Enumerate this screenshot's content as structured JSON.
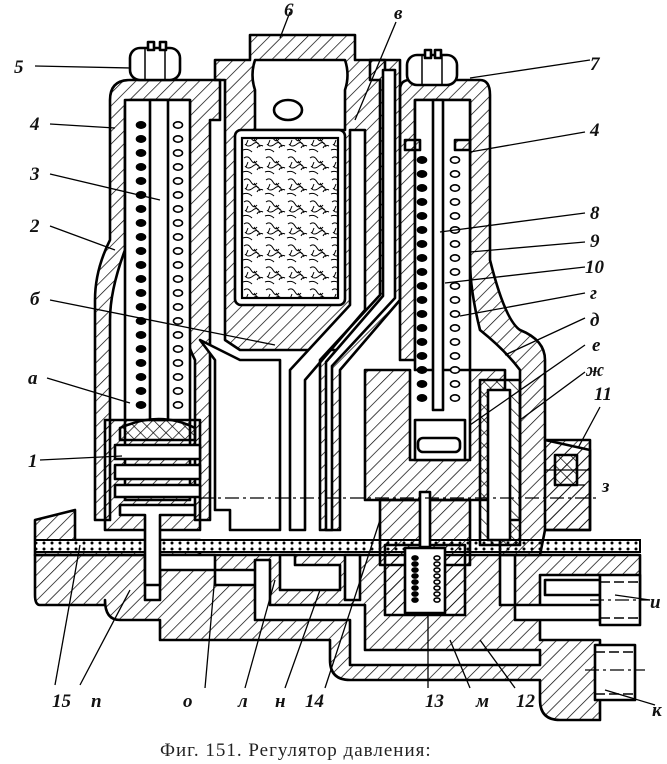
{
  "figure": {
    "caption": "Фиг. 151. Регулятор давления:",
    "callouts": {
      "top": [
        {
          "id": "c5",
          "text": "5"
        },
        {
          "id": "c4l",
          "text": "4"
        },
        {
          "id": "c3l",
          "text": "3"
        },
        {
          "id": "c2",
          "text": "2"
        },
        {
          "id": "c6a",
          "text": "б"
        },
        {
          "id": "ca",
          "text": "а"
        },
        {
          "id": "c1",
          "text": "1"
        },
        {
          "id": "c6top",
          "text": "6"
        },
        {
          "id": "cv",
          "text": "в"
        },
        {
          "id": "c7",
          "text": "7"
        },
        {
          "id": "c4r",
          "text": "4"
        },
        {
          "id": "c8",
          "text": "8"
        },
        {
          "id": "c9",
          "text": "9"
        },
        {
          "id": "c10",
          "text": "10"
        },
        {
          "id": "cg",
          "text": "г"
        },
        {
          "id": "cd",
          "text": "д"
        },
        {
          "id": "ce",
          "text": "е"
        },
        {
          "id": "czh",
          "text": "ж"
        },
        {
          "id": "c11",
          "text": "11"
        },
        {
          "id": "cz",
          "text": "з"
        },
        {
          "id": "ci",
          "text": "и"
        },
        {
          "id": "ck",
          "text": "к"
        }
      ],
      "bottom": [
        {
          "id": "c15",
          "text": "15"
        },
        {
          "id": "cp1",
          "text": "п"
        },
        {
          "id": "co",
          "text": "о"
        },
        {
          "id": "cl",
          "text": "л"
        },
        {
          "id": "cn",
          "text": "н"
        },
        {
          "id": "c14",
          "text": "14"
        },
        {
          "id": "c13",
          "text": "13"
        },
        {
          "id": "cm",
          "text": "м"
        },
        {
          "id": "c12",
          "text": "12"
        }
      ]
    }
  }
}
